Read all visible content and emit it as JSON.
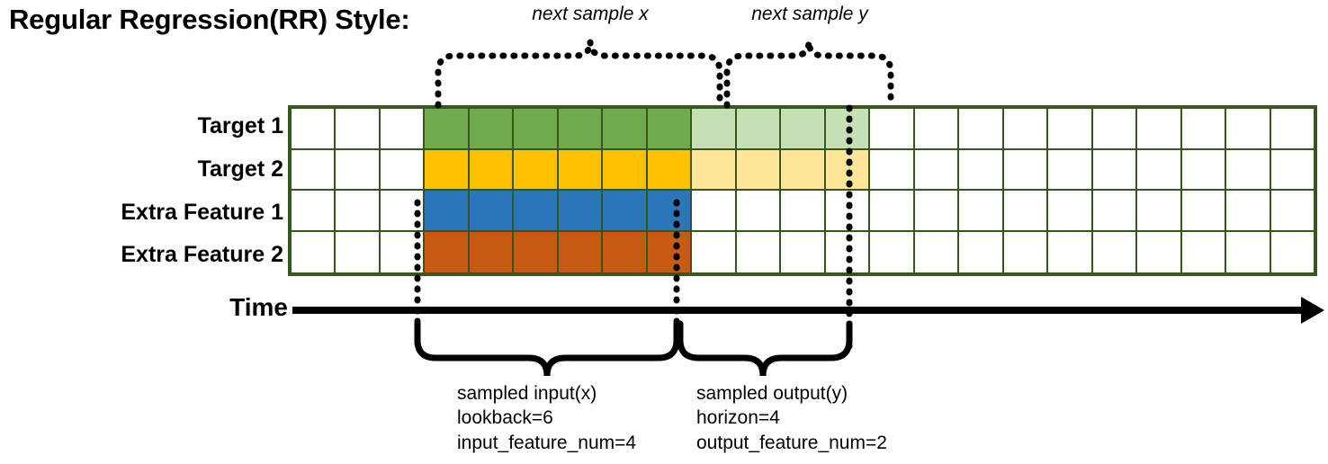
{
  "title": "Regular Regression(RR) Style:",
  "time_axis": {
    "label": "Time",
    "arrow_icon": "arrow-right-icon"
  },
  "colors": {
    "grid_border": "#37561F",
    "target1_input": "#6DAB4C",
    "target1_output": "#C5E0B4",
    "target2_input": "#FFC000",
    "target2_output": "#FFE699",
    "extra1_input": "#2B76B8",
    "extra2_input": "#C75B13",
    "empty": "#FFFFFF"
  },
  "grid": {
    "columns": 23,
    "rows": [
      {
        "label": "Target 1",
        "cells": [
          "empty",
          "empty",
          "empty",
          "input",
          "input",
          "input",
          "input",
          "input",
          "input",
          "output",
          "output",
          "output",
          "output",
          "empty",
          "empty",
          "empty",
          "empty",
          "empty",
          "empty",
          "empty",
          "empty",
          "empty",
          "empty"
        ],
        "input_color": "#6DAB4C",
        "output_color": "#C5E0B4"
      },
      {
        "label": "Target 2",
        "cells": [
          "empty",
          "empty",
          "empty",
          "input",
          "input",
          "input",
          "input",
          "input",
          "input",
          "output",
          "output",
          "output",
          "output",
          "empty",
          "empty",
          "empty",
          "empty",
          "empty",
          "empty",
          "empty",
          "empty",
          "empty",
          "empty"
        ],
        "input_color": "#FFC000",
        "output_color": "#FFE699"
      },
      {
        "label": "Extra Feature 1",
        "cells": [
          "empty",
          "empty",
          "empty",
          "input",
          "input",
          "input",
          "input",
          "input",
          "input",
          "empty",
          "empty",
          "empty",
          "empty",
          "empty",
          "empty",
          "empty",
          "empty",
          "empty",
          "empty",
          "empty",
          "empty",
          "empty",
          "empty"
        ],
        "input_color": "#2B76B8",
        "output_color": "#FFFFFF"
      },
      {
        "label": "Extra Feature 2",
        "cells": [
          "empty",
          "empty",
          "empty",
          "input",
          "input",
          "input",
          "input",
          "input",
          "input",
          "empty",
          "empty",
          "empty",
          "empty",
          "empty",
          "empty",
          "empty",
          "empty",
          "empty",
          "empty",
          "empty",
          "empty",
          "empty",
          "empty"
        ],
        "input_color": "#C75B13",
        "output_color": "#FFFFFF"
      }
    ]
  },
  "top_annotations": [
    {
      "text": "next sample x"
    },
    {
      "text": "next sample y"
    }
  ],
  "bottom_captions": [
    {
      "line1": "sampled input(x)",
      "line2": "lookback=6",
      "line3": "input_feature_num=4"
    },
    {
      "line1": "sampled output(y)",
      "line2": "horizon=4",
      "line3": "output_feature_num=2"
    }
  ]
}
